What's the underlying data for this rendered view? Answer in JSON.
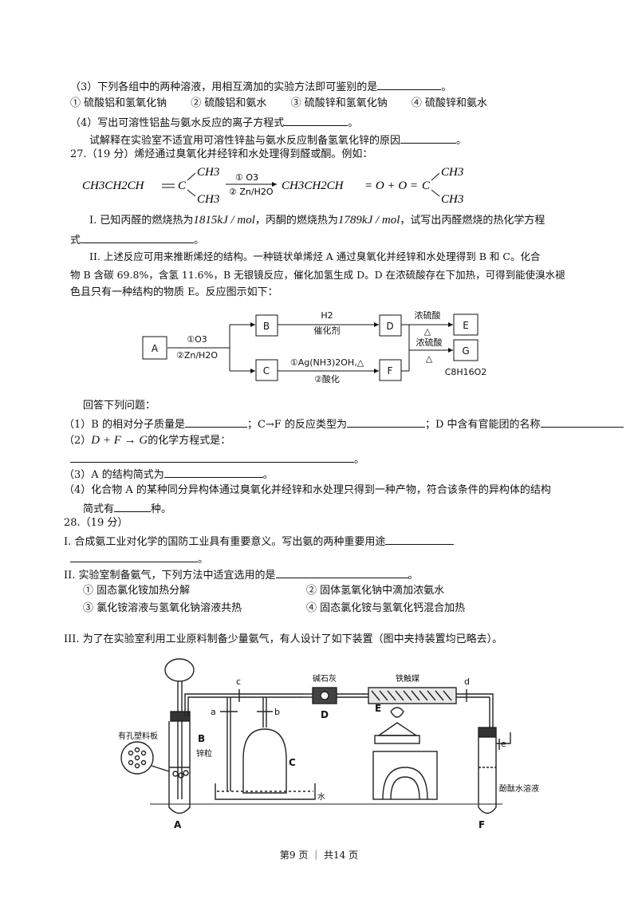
{
  "q26": {
    "p3": "（3）下列各组中的两种溶液，用相互滴加的实验方法即可鉴别的是",
    "p3_end": "。",
    "options": [
      "① 硫酸铝和氢氧化钠",
      "② 硫酸铝和氨水",
      "③ 硫酸锌和氢氧化钠",
      "④ 硫酸锌和氨水"
    ],
    "p4": "（4）写出可溶性铝盐与氨水反应的离子方程式",
    "p4_end": "。",
    "p4b": "试解释在实验室不适宜用可溶性锌盐与氨水反应制备氢氧化锌的原因",
    "p4b_end": "。"
  },
  "q27": {
    "header": "27.（19 分）烯烃通过臭氧化并经锌和水处理得到醛或酮。例如：",
    "eq": {
      "left": "CH3CH2CH",
      "ch3": "CH3",
      "c": "C",
      "cond1": "① O3",
      "cond2": "② Zn/H2O",
      "right": "CH3CH2CH",
      "o_plus_o": "= O + O ="
    },
    "i_line1_a": "I. 已知丙醛的燃烧热为",
    "i_v1": "1815kJ / mol",
    "i_line1_b": "，丙酮的燃烧热为",
    "i_v2": "1789kJ / mol",
    "i_line1_c": "，试写出丙醛燃烧的热化学方程",
    "i_line2": "式",
    "i_line2_end": "。",
    "ii_line1": "II. 上述反应可用来推断烯烃的结构。一种链状单烯烃 A 通过臭氧化并经锌和水处理得到 B 和 C。化合",
    "ii_line2": "物 B 含碳 69.8%，含氢 11.6%，B 无银镜反应，催化加氢生成 D。D 在浓硫酸存在下加热，可得到能使溴水褪",
    "ii_line3": "色且只有一种结构的物质 E。反应图示如下：",
    "flow": {
      "A": "A",
      "B": "B",
      "C": "C",
      "D": "D",
      "E": "E",
      "F": "F",
      "G": "G",
      "o3": "①O3",
      "zn": "②Zn/H2O",
      "h2": "H2",
      "cat": "催化剂",
      "ag": "①Ag(NH3)2OH,△",
      "acid": "②酸化",
      "h2so4_1": "浓硫酸",
      "delta1": "△",
      "h2so4_2": "浓硫酸",
      "delta2": "△",
      "g_formula": "C8H16O2"
    },
    "answer": "回答下列问题：",
    "a1_a": "（1）B 的相对分子质量是",
    "a1_b": "；C→F 的反应类型为",
    "a1_c": "；D 中含有官能团的名称",
    "a2": "（2）",
    "a2_eq": "D + F → G",
    "a2_b": "的化学方程式是：",
    "a2_end": "。",
    "a3": "（3）A 的结构简式为",
    "a3_end": "。",
    "a4_l1": "（4）化合物 A 的某种同分异构体通过臭氧化并经锌和水处理只得到一种产物，符合该条件的异构体的结构",
    "a4_l2": "简式有",
    "a4_l2_end": "种。"
  },
  "q28": {
    "header": "28.（19 分）",
    "i_line": "I. 合成氨工业对化学的国防工业具有重要意义。写出氨的两种重要用途",
    "i_end": "。",
    "ii_line": "II. 实验室制备氨气，下列方法中适宜选用的是",
    "ii_end": "。",
    "options": [
      "① 固态氯化铵加热分解",
      "② 固体氢氧化钠中滴加浓氨水",
      "③ 氯化铵溶液与氢氧化钠溶液共热",
      "④ 固态氯化铵与氢氧化钙混合加热"
    ],
    "iii_line": "III. 为了在实验室利用工业原料制备少量氨气，有人设计了如下装置（图中夹持装置均已略去）。",
    "apparatus": {
      "board_label": "有孔塑料板",
      "zinc": "锌粒",
      "soda_lime": "碱石灰",
      "iron_cat": "铁触媒",
      "water": "水",
      "phenol": "酚酞水溶液",
      "A": "A",
      "B": "B",
      "C": "C",
      "D": "D",
      "E": "E",
      "F": "F",
      "a": "a",
      "b": "b",
      "c": "c",
      "d": "d",
      "e": "e"
    }
  },
  "footer": "第9 页 ｜ 共14 页"
}
